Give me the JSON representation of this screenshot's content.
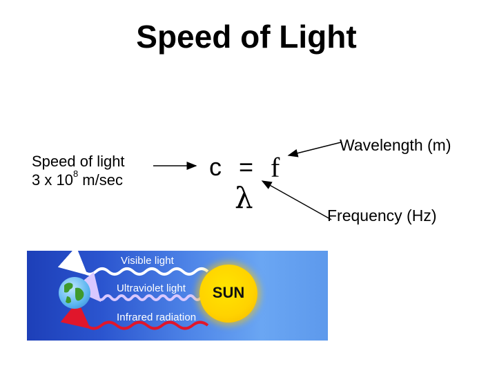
{
  "slide": {
    "title": "Speed of Light",
    "speed_label_line1": "Speed of light",
    "speed_label_line2_base": "3 x 10",
    "speed_label_line2_exp": "8",
    "speed_label_line2_unit": " m/sec",
    "equation": {
      "c": "c",
      "equals": "=",
      "f": "f",
      "lambda": "λ"
    },
    "wavelength_label": "Wavelength (m)",
    "frequency_label": "Frequency (Hz)"
  },
  "banner": {
    "visible_light": "Visible light",
    "ultraviolet_light": "Ultraviolet light",
    "infrared_radiation": "Infrared radiation",
    "sun_label": "SUN",
    "colors": {
      "visible_wave": "#ffffff",
      "ultraviolet_wave": "#d9c8ff",
      "infrared_wave": "#e0162b",
      "sun": "#ffd200"
    }
  }
}
